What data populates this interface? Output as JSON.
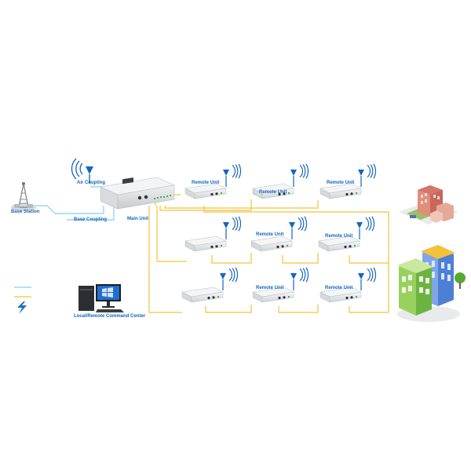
{
  "labels": {
    "base_station": "Base Station",
    "air_coupling": "Air Coupling",
    "base_coupling": "Base Coupling",
    "main_unit": "Main Unit",
    "remote_unit": "Remote Unit",
    "command_center": "Local/Remote Command Center"
  },
  "legend": {
    "items": [
      {
        "icon": "coax-line",
        "color": "#7fd4e8",
        "label": ""
      },
      {
        "icon": "fiber-line",
        "color": "#f2c23a",
        "label": ""
      },
      {
        "icon": "lightning-icon",
        "color": "#1e6fc0",
        "label": ""
      }
    ]
  },
  "colors": {
    "label_blue": "#1565c0",
    "coax": "#7fd4e8",
    "fiber": "#f2c23a",
    "antenna_blue": "#1565c0",
    "device_gray": "#e4e6e8"
  },
  "remote_rows": [
    {
      "row": 1,
      "units_labeled": 3
    },
    {
      "row": 2,
      "units_labeled": 2
    },
    {
      "row": 3,
      "units_labeled": 2
    }
  ]
}
